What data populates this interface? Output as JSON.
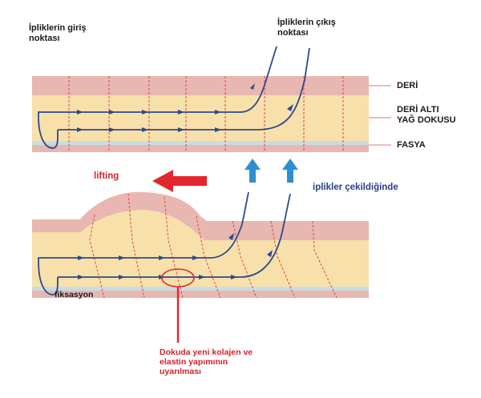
{
  "labels": {
    "entry_point": "İpliklerin giriş\nnoktası",
    "exit_point": "İpliklerin çıkış\nnoktası",
    "skin": "DERİ",
    "subcutaneous": "DERİ ALTI\nYAĞ DOKUSU",
    "fascia": "FASYA",
    "lifting": "lifting",
    "threads_pulled": "iplikler çekildiğinde",
    "fixation": "fiksasyon",
    "note": "Dokuda yeni kolajen ve\nelastin yapımının\nuyarılması"
  },
  "colors": {
    "skin": "#e8b7b1",
    "fat": "#f8e0ab",
    "fascia": "#c9dce0",
    "thread": "#2d4a8a",
    "red_dash": "#d94b4b",
    "arrow_red": "#e3262b",
    "arrow_blue": "#2f8fd0"
  }
}
